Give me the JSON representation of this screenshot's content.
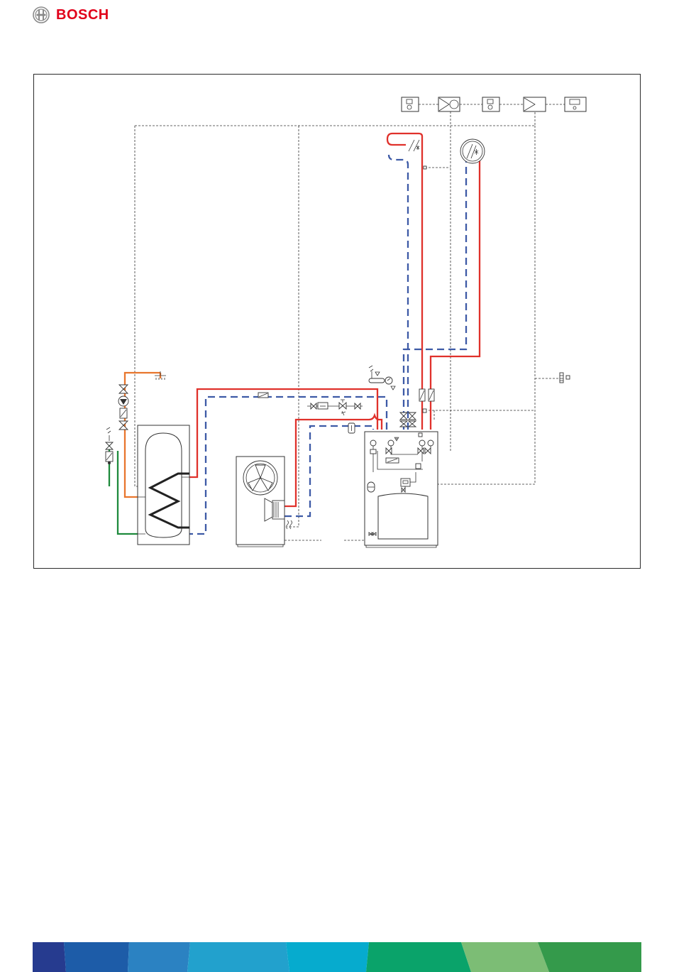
{
  "header": {
    "brand_name": "BOSCH",
    "brand_color": "#e1001a",
    "logo_icon": "bosch-armature-icon"
  },
  "diagram": {
    "colors": {
      "supply_line": "#e0312b",
      "return_line": "#3d5aa6",
      "hot_water_line": "#e8762d",
      "cold_water_line": "#1e8a3c",
      "control_line": "#333333"
    },
    "components": [
      "room-controller-icon",
      "heating-pump-icon",
      "mixing-valve-icon",
      "heating-circuit-controller-icon",
      "underfloor-heating-icon",
      "fan-coil-icon",
      "outdoor-temperature-sensor-icon",
      "hot-water-cylinder",
      "outdoor-unit-fan-icon",
      "indoor-unit",
      "buffer-tank"
    ]
  },
  "footer": {
    "band_colors": [
      "#263b8f",
      "#1d5ca8",
      "#2b82c2",
      "#22a1cd",
      "#06abce",
      "#0aa36a",
      "#7cbd75",
      "#349a4b"
    ]
  }
}
